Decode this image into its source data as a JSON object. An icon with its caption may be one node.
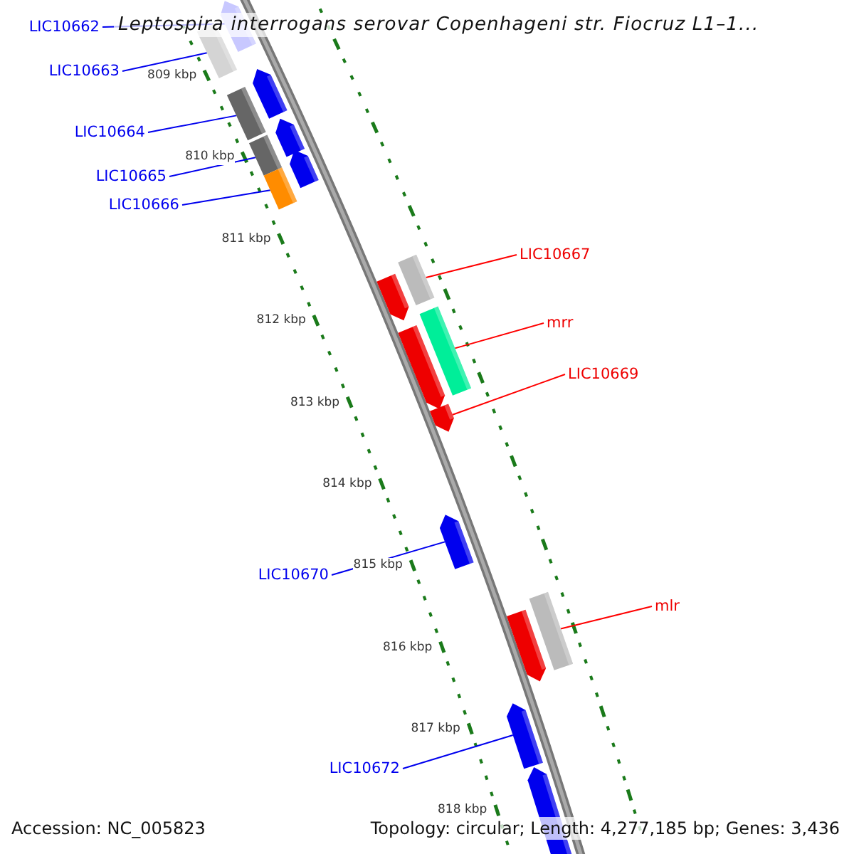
{
  "diagram": {
    "title": "Leptospira interrogans serovar Copenhageni str. Fiocruz L1–1...",
    "nodes": [
      {
        "text": [
          "LIC10662"
        ]
      },
      {
        "text": [],
        "shape": "pentagon"
      },
      {
        "text": [],
        "shape": "box"
      },
      {
        "text": [
          "LIC10663"
        ]
      },
      {
        "text": [],
        "shape": "box"
      },
      {
        "text": [],
        "shape": "pentagon"
      },
      {
        "text": [
          "LIC10664"
        ]
      },
      {
        "text": [],
        "shape": "box"
      },
      {
        "text": [],
        "shape": "pentagon"
      },
      {
        "text": [
          "LIC10665"
        ]
      },
      {
        "text": [],
        "shape": "box"
      },
      {
        "text": [],
        "shape": "pentagon"
      },
      {
        "text": [
          "LIC10666"
        ]
      },
      {
        "text": [
          "LIC10667"
        ]
      },
      {
        "text": [],
        "shape": "pentagon"
      },
      {
        "text": [],
        "shape": "box"
      },
      {
        "text": [
          "mrr"
        ]
      },
      {
        "text": [],
        "shape": "pentagon"
      },
      {
        "text": [],
        "shape": "box"
      },
      {
        "text": [
          "LIC10669"
        ]
      },
      {
        "text": [],
        "shape": "pentagon"
      },
      {
        "text": [],
        "shape": "pentagon"
      },
      {
        "text": [
          "LIC10670"
        ]
      },
      {
        "text": [
          "mlr"
        ]
      },
      {
        "text": [],
        "shape": "pentagon"
      },
      {
        "text": [],
        "shape": "box"
      },
      {
        "text": [
          "LIC10672"
        ]
      },
      {
        "text": [],
        "shape": "pentagon"
      },
      {
        "text": [],
        "shape": "pentagon"
      }
    ],
    "edges": [
      {
        "from": 0,
        "to": 1,
        "arrow": "none"
      },
      {
        "from": 3,
        "to": 2,
        "arrow": "none"
      },
      {
        "from": 6,
        "to": 4,
        "arrow": "none"
      },
      {
        "from": 9,
        "to": 7,
        "arrow": "none"
      },
      {
        "from": 12,
        "to": 10,
        "arrow": "none"
      },
      {
        "from": 13,
        "to": 15,
        "arrow": "none",
        "color": "#ff0000"
      },
      {
        "from": 16,
        "to": 18,
        "arrow": "none",
        "color": "#ff0000"
      },
      {
        "from": 19,
        "to": 20,
        "arrow": "none",
        "color": "#ff0000"
      },
      {
        "from": 22,
        "to": 21,
        "arrow": "none"
      },
      {
        "from": 23,
        "to": 25,
        "arrow": "none",
        "color": "#ff0000"
      },
      {
        "from": 26,
        "to": 27,
        "arrow": "none"
      }
    ],
    "labels": [
      "809 kbp",
      "810 kbp",
      "811 kbp",
      "812 kbp",
      "813 kbp",
      "814 kbp",
      "815 kbp",
      "816 kbp",
      "817 kbp",
      "818 kbp",
      "Accession: NC_005823",
      "Topology: circular; Length: 4,277,185 bp; Genes: 3,436"
    ]
  }
}
